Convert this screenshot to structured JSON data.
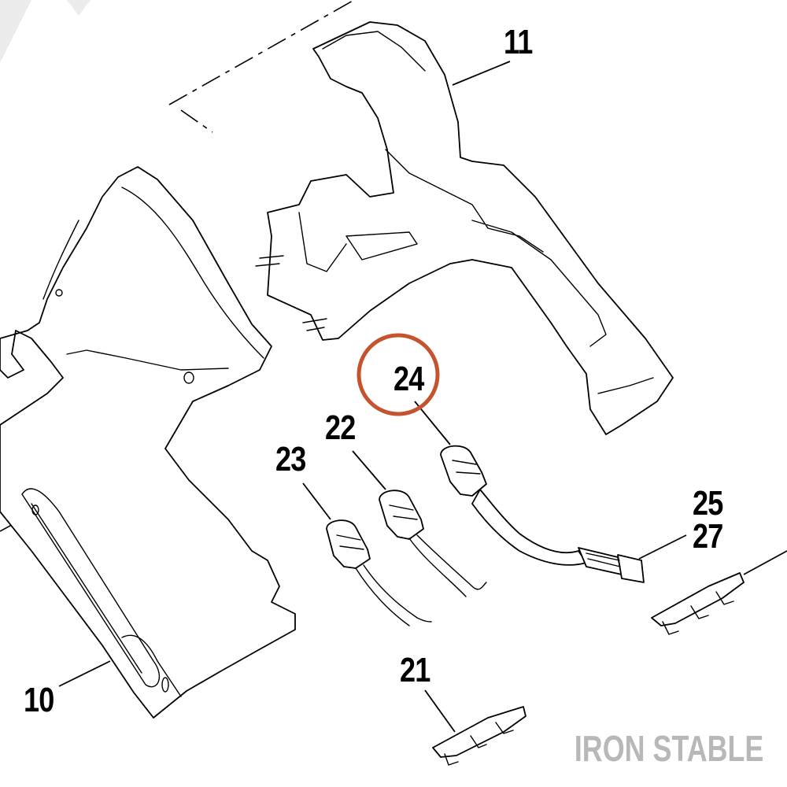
{
  "callouts": [
    {
      "id": "10",
      "text": "10"
    },
    {
      "id": "11",
      "text": "11"
    },
    {
      "id": "21",
      "text": "21"
    },
    {
      "id": "22",
      "text": "22"
    },
    {
      "id": "23",
      "text": "23"
    },
    {
      "id": "24",
      "text": "24",
      "highlighted": true
    },
    {
      "id": "25",
      "text": "25"
    },
    {
      "id": "27",
      "text": "27"
    }
  ],
  "watermark": "IRON STABLE",
  "colors": {
    "highlight_ring": "#c4532e",
    "watermark": "#b8b8b8",
    "line": "#000000",
    "background": "#ffffff"
  }
}
